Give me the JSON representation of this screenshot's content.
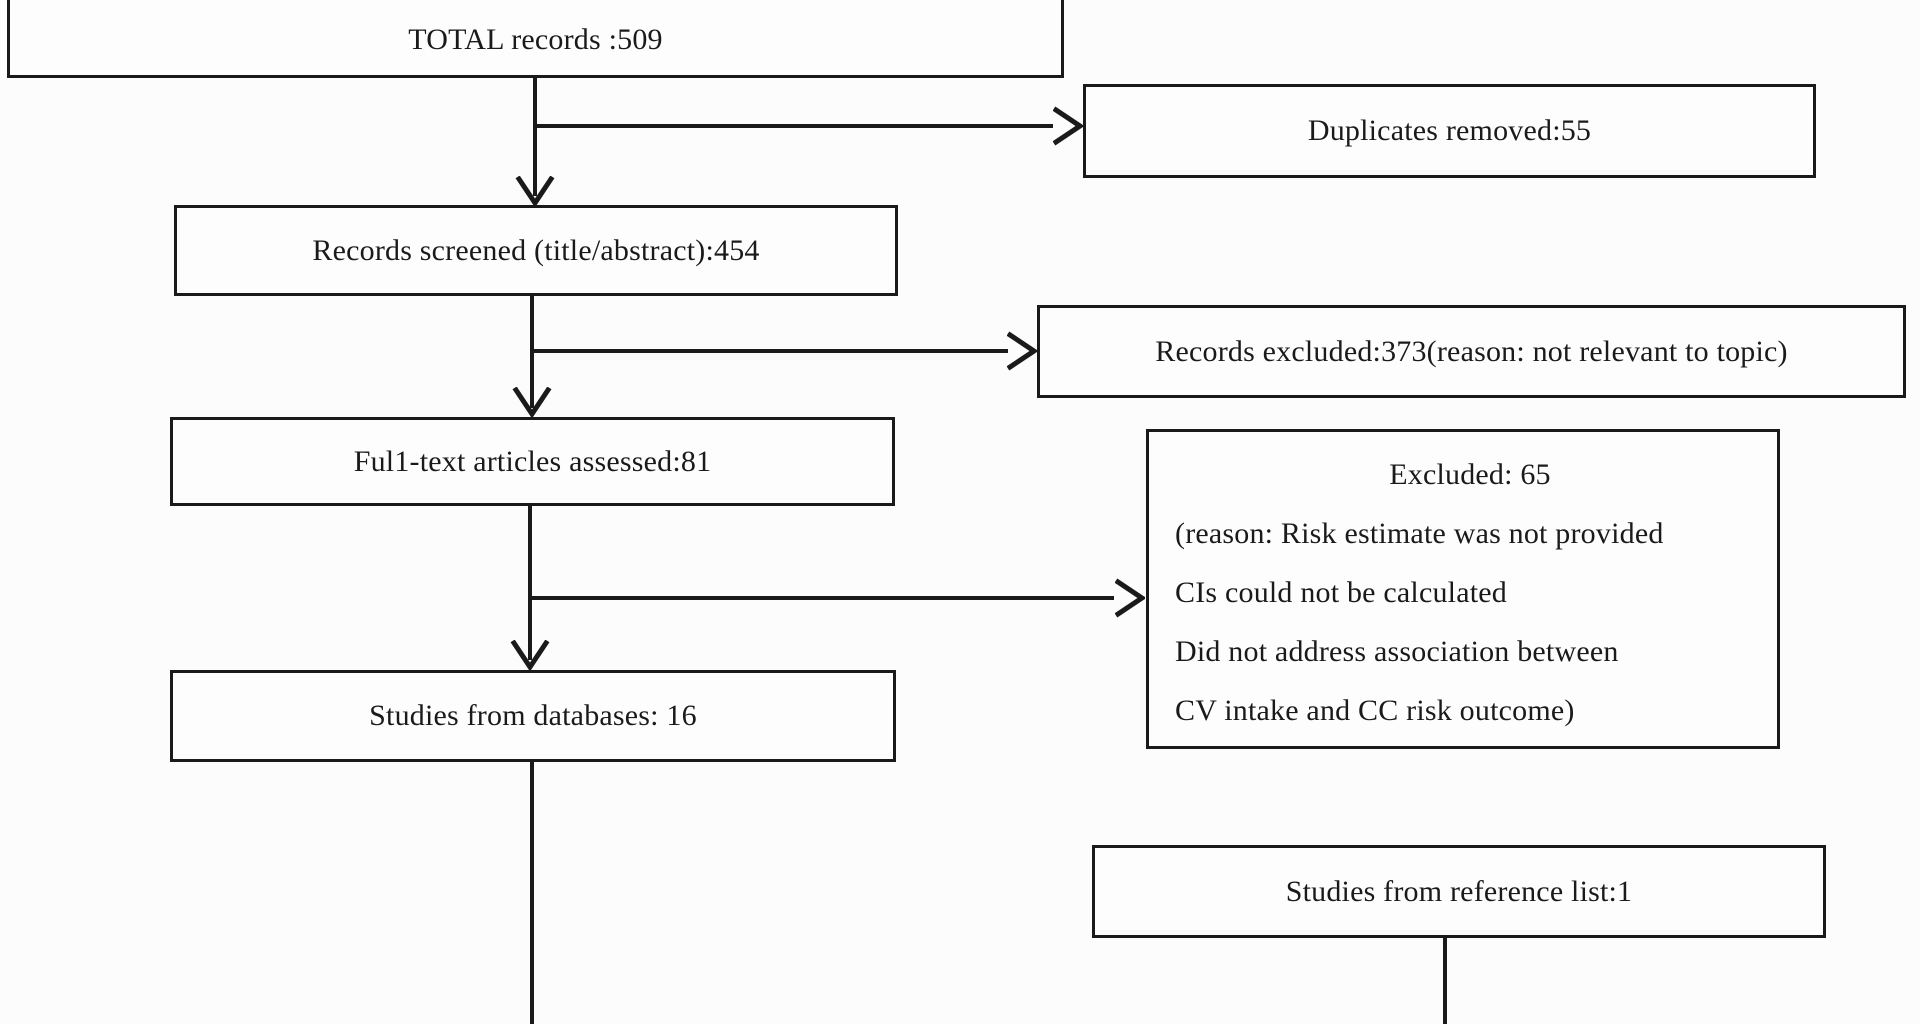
{
  "diagram": {
    "type": "prisma-study-selection-flowchart",
    "background_color": "#fcfcfc",
    "line_color": "#1a1a1a",
    "boxes": {
      "total": {
        "label": "TOTAL records :509"
      },
      "duplicates": {
        "label": "Duplicates removed:55"
      },
      "screened": {
        "label": "Records screened (title/abstract):454"
      },
      "records_excluded": {
        "label": "Records excluded:373(reason: not relevant to topic)"
      },
      "fulltext": {
        "label": "Ful1-text articles assessed:81"
      },
      "fulltext_excluded": {
        "title": "Excluded: 65",
        "lines": [
          "(reason: Risk estimate was not provided",
          "CIs could not be calculated",
          "Did not address association between",
          "CV intake and CC risk outcome)"
        ]
      },
      "databases": {
        "label": "Studies from databases: 16"
      },
      "reference": {
        "label": "Studies from reference list:1"
      }
    }
  }
}
